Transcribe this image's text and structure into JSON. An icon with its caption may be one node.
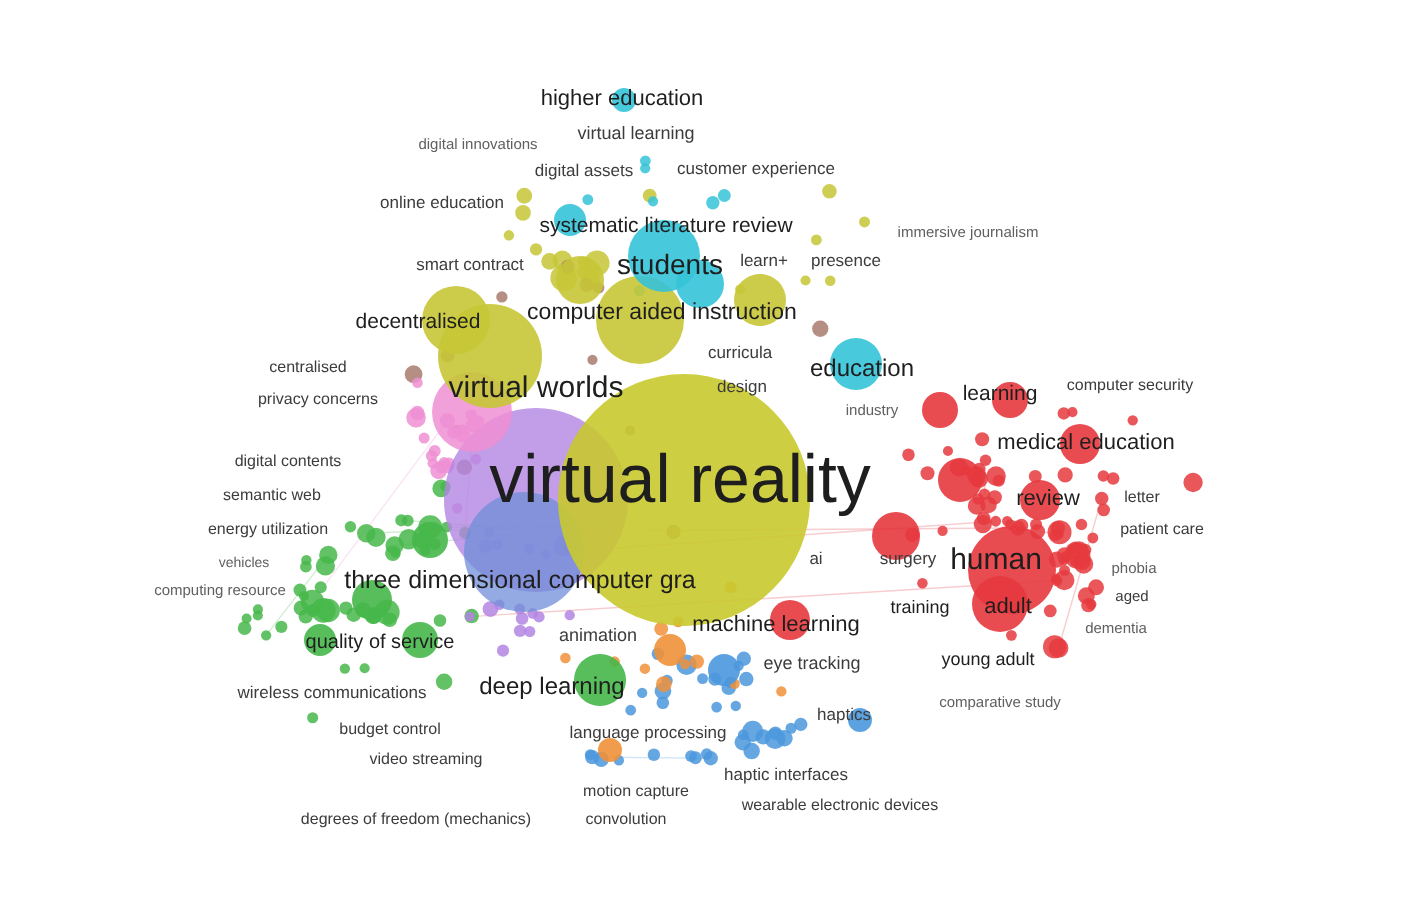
{
  "diagram": {
    "labels": [
      "higher education",
      "digital innovations",
      "virtual learning",
      "digital assets",
      "customer experience",
      "online education",
      "systematic literature review",
      "immersive journalism",
      "smart contract",
      "students",
      "learn+",
      "presence",
      "decentralised",
      "computer aided instruction",
      "curricula",
      "centralised",
      "virtual worlds",
      "design",
      "education",
      "learning",
      "computer security",
      "privacy concerns",
      "industry",
      "medical education",
      "digital contents",
      "virtual reality",
      "semantic web",
      "review",
      "letter",
      "energy utilization",
      "patient care",
      "vehicles",
      "ai",
      "surgery",
      "human",
      "phobia",
      "computing resource",
      "three dimensional computer gra",
      "aged",
      "quality of service",
      "animation",
      "machine learning",
      "training",
      "adult",
      "dementia",
      "eye tracking",
      "young adult",
      "wireless communications",
      "deep learning",
      "comparative study",
      "budget control",
      "language processing",
      "haptics",
      "video streaming",
      "haptic interfaces",
      "motion capture",
      "wearable electronic devices",
      "degrees of freedom (mechanics)",
      "convolution"
    ]
  }
}
